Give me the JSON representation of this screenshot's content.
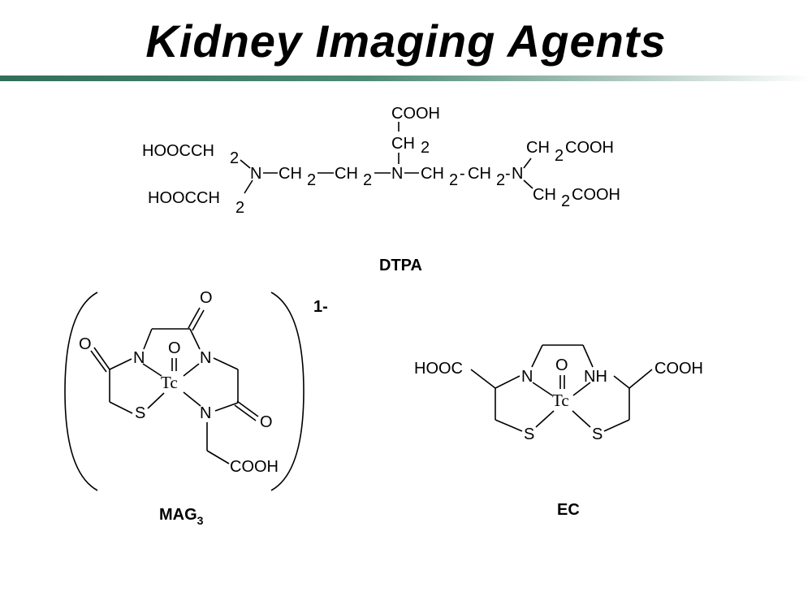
{
  "slide": {
    "title": "Kidney Imaging Agents"
  },
  "dtpa": {
    "label": "DTPA",
    "atoms": {
      "cooh_top": "COOH",
      "ch_top": "CH",
      "sub2": "2",
      "hoocch_top": "HOOCCH",
      "hoocch_bottom": "HOOCCH",
      "n": "N",
      "ch": "CH",
      "ch2cooh_ch": "CH",
      "cooh": "COOH",
      "dash": "-"
    }
  },
  "mag3": {
    "label_main": "MAG",
    "label_sub": "3",
    "charge": "1-",
    "atoms": {
      "o": "O",
      "n": "N",
      "tc": "Tc",
      "s": "S",
      "cooh": "COOH"
    }
  },
  "ec": {
    "label": "EC",
    "atoms": {
      "hooc": "HOOC",
      "cooh": "COOH",
      "n": "N",
      "nh": "NH",
      "o": "O",
      "tc": "Tc",
      "s": "S"
    }
  }
}
